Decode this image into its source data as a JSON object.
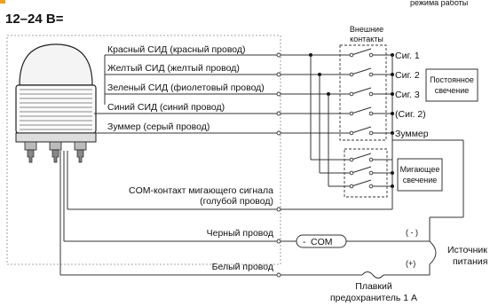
{
  "header_note": "режима работы",
  "title": "12–24 В=",
  "external_contacts": [
    "Внешние",
    "контакты"
  ],
  "wires": [
    {
      "label": "Красный СИД (красный провод)"
    },
    {
      "label": "Желтый СИД (желтый провод)"
    },
    {
      "label": "Зеленый СИД (фиолетовый провод)"
    },
    {
      "label": "Синий СИД (синий провод)"
    },
    {
      "label": "Зуммер (серый провод)"
    }
  ],
  "outputs": [
    "Сиг. 1",
    "Сиг. 2",
    "Сиг. 3",
    "(Сиг. 2)",
    "Зуммер"
  ],
  "steady_box": [
    "Постоянное",
    "свечение"
  ],
  "blink_box": [
    "Мигающее",
    "свечение"
  ],
  "com_blink": [
    "COM-контакт мигающего сигнала",
    "(голубой провод)"
  ],
  "black_wire": "Черный провод",
  "white_wire": "Белый провод",
  "com_tag": "COM",
  "minus": "( - )",
  "plus": "(+)",
  "power_source": [
    "Источник",
    "питания"
  ],
  "fuse": [
    "Плавкий",
    "предохранитель 1 А"
  ],
  "colors": {
    "accent": "#f0a020",
    "line": "#333333",
    "dashed": "#888888"
  }
}
